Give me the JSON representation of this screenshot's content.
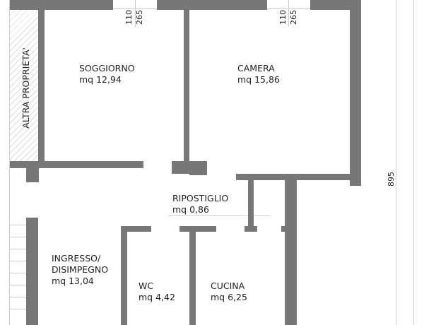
{
  "rooms": [
    {
      "name": "SOGGIORNO",
      "area": "mq 12,94"
    },
    {
      "name": "CAMERA",
      "area": "mq 15,86"
    },
    {
      "name": "RIPOSTIGLIO",
      "area": "mq 0,86"
    },
    {
      "name": "INGRESSO/",
      "name2": "DISIMPEGNO",
      "area": "mq 13,04"
    },
    {
      "name": "WC",
      "area": "mq 4,42"
    },
    {
      "name": "CUCINA",
      "area": "mq 6,25"
    }
  ],
  "adjacent_label": "ALTRA PROPRIETA'",
  "dimensions": {
    "window1": [
      "110",
      "265"
    ],
    "window2": [
      "110",
      "265"
    ],
    "overall": "895"
  },
  "colors": {
    "wall": "#777777",
    "line": "#cccccc"
  }
}
